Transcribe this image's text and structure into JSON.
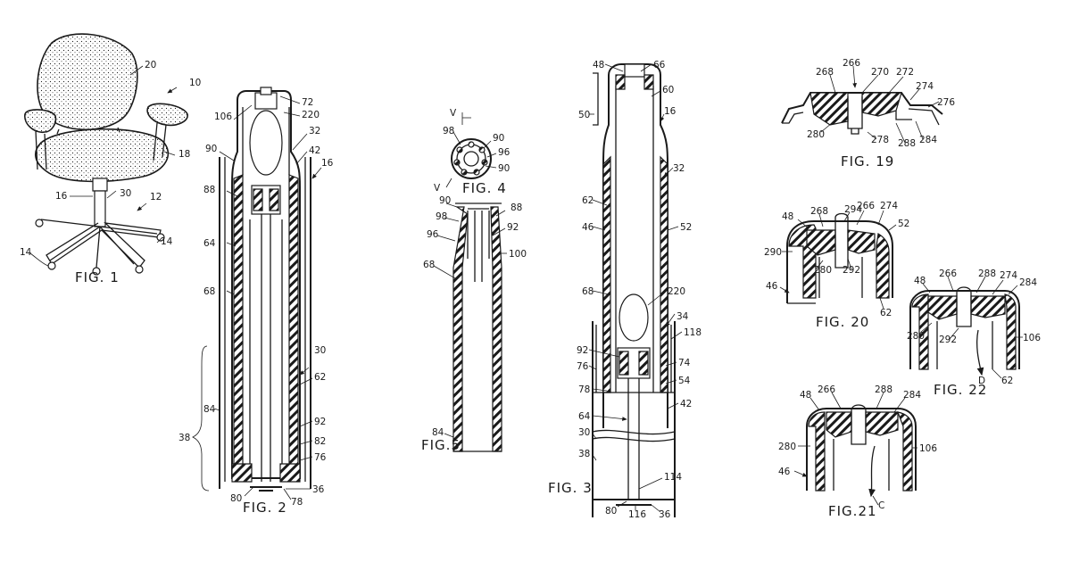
{
  "figures": {
    "fig1": "FIG. 1",
    "fig2": "FIG. 2",
    "fig3": "FIG. 3",
    "fig4": "FIG. 4",
    "fig5": "FIG.5",
    "fig19": "FIG. 19",
    "fig20": "FIG. 20",
    "fig21": "FIG.21",
    "fig22": "FIG. 22"
  },
  "refs_fig1": [
    "20",
    "10",
    "18",
    "16",
    "30",
    "12",
    "14",
    "14"
  ],
  "refs_fig2": [
    "72",
    "106",
    "220",
    "32",
    "42",
    "90",
    "16",
    "88",
    "64",
    "68",
    "30",
    "62",
    "84",
    "38",
    "92",
    "82",
    "76",
    "36",
    "80",
    "78"
  ],
  "refs_fig4": [
    "V",
    "98",
    "90",
    "96",
    "90",
    "V"
  ],
  "refs_fig5": [
    "90",
    "88",
    "98",
    "92",
    "96",
    "100",
    "68",
    "84"
  ],
  "refs_fig3": [
    "48",
    "66",
    "60",
    "50",
    "16",
    "32",
    "62",
    "46",
    "52",
    "68",
    "220",
    "34",
    "118",
    "92",
    "76",
    "74",
    "78",
    "54",
    "64",
    "42",
    "30",
    "38",
    "114",
    "80",
    "116",
    "36"
  ],
  "refs_fig19": [
    "266",
    "268",
    "270",
    "272",
    "274",
    "276",
    "280",
    "278",
    "288",
    "284"
  ],
  "refs_fig20": [
    "48",
    "268",
    "294",
    "266",
    "274",
    "52",
    "290",
    "280",
    "292",
    "46",
    "62"
  ],
  "refs_fig22": [
    "48",
    "266",
    "288",
    "274",
    "284",
    "280",
    "292",
    "106",
    "D",
    "62"
  ],
  "refs_fig21": [
    "48",
    "266",
    "288",
    "284",
    "280",
    "106",
    "46",
    "C"
  ]
}
